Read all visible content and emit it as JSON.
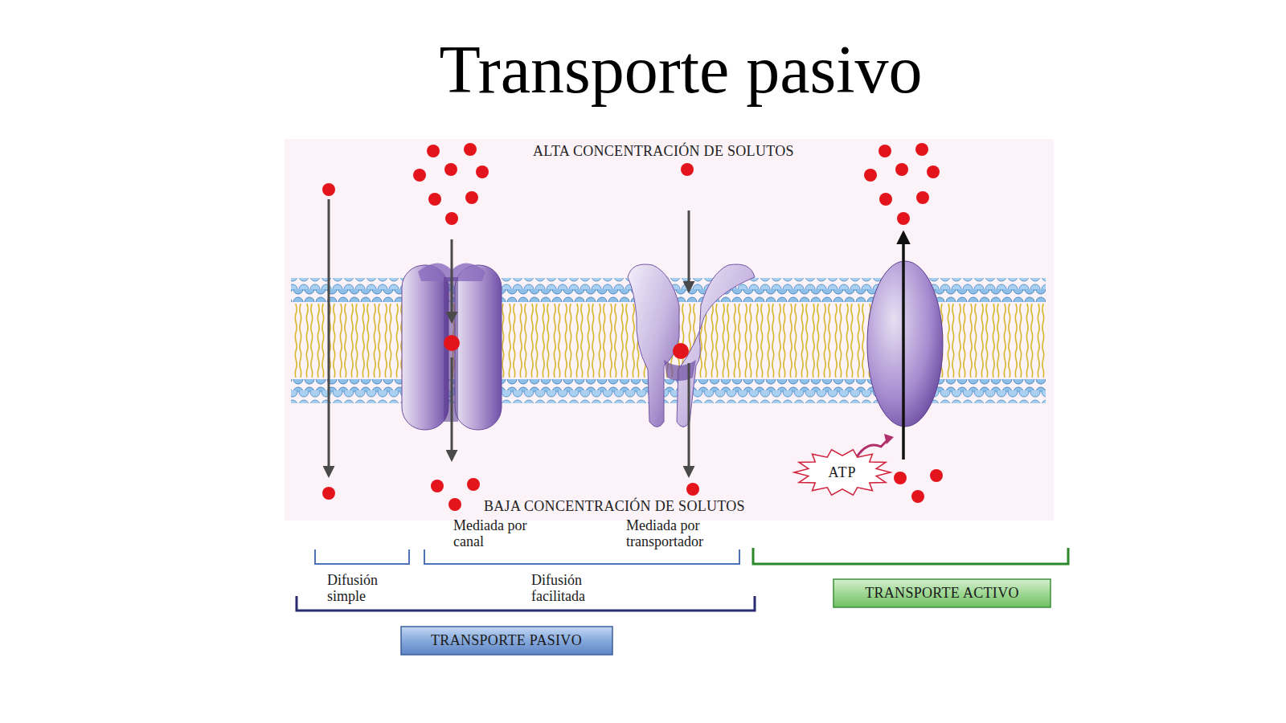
{
  "diagram": {
    "title": "Transporte pasivo",
    "nodes": [
      {
        "text": [
          "ATP"
        ]
      },
      {
        "text": [
          "TRANSPORTE ACTIVO"
        ]
      },
      {
        "text": [
          "TRANSPORTE PASIVO"
        ]
      }
    ],
    "labels": [
      "ALTA CONCENTRACIÓN DE SOLUTOS",
      "BAJA CONCENTRACIÓN DE SOLUTOS",
      "Mediada por canal",
      "Mediada por transportador",
      "Difusión simple",
      "Difusión facilitada"
    ]
  }
}
